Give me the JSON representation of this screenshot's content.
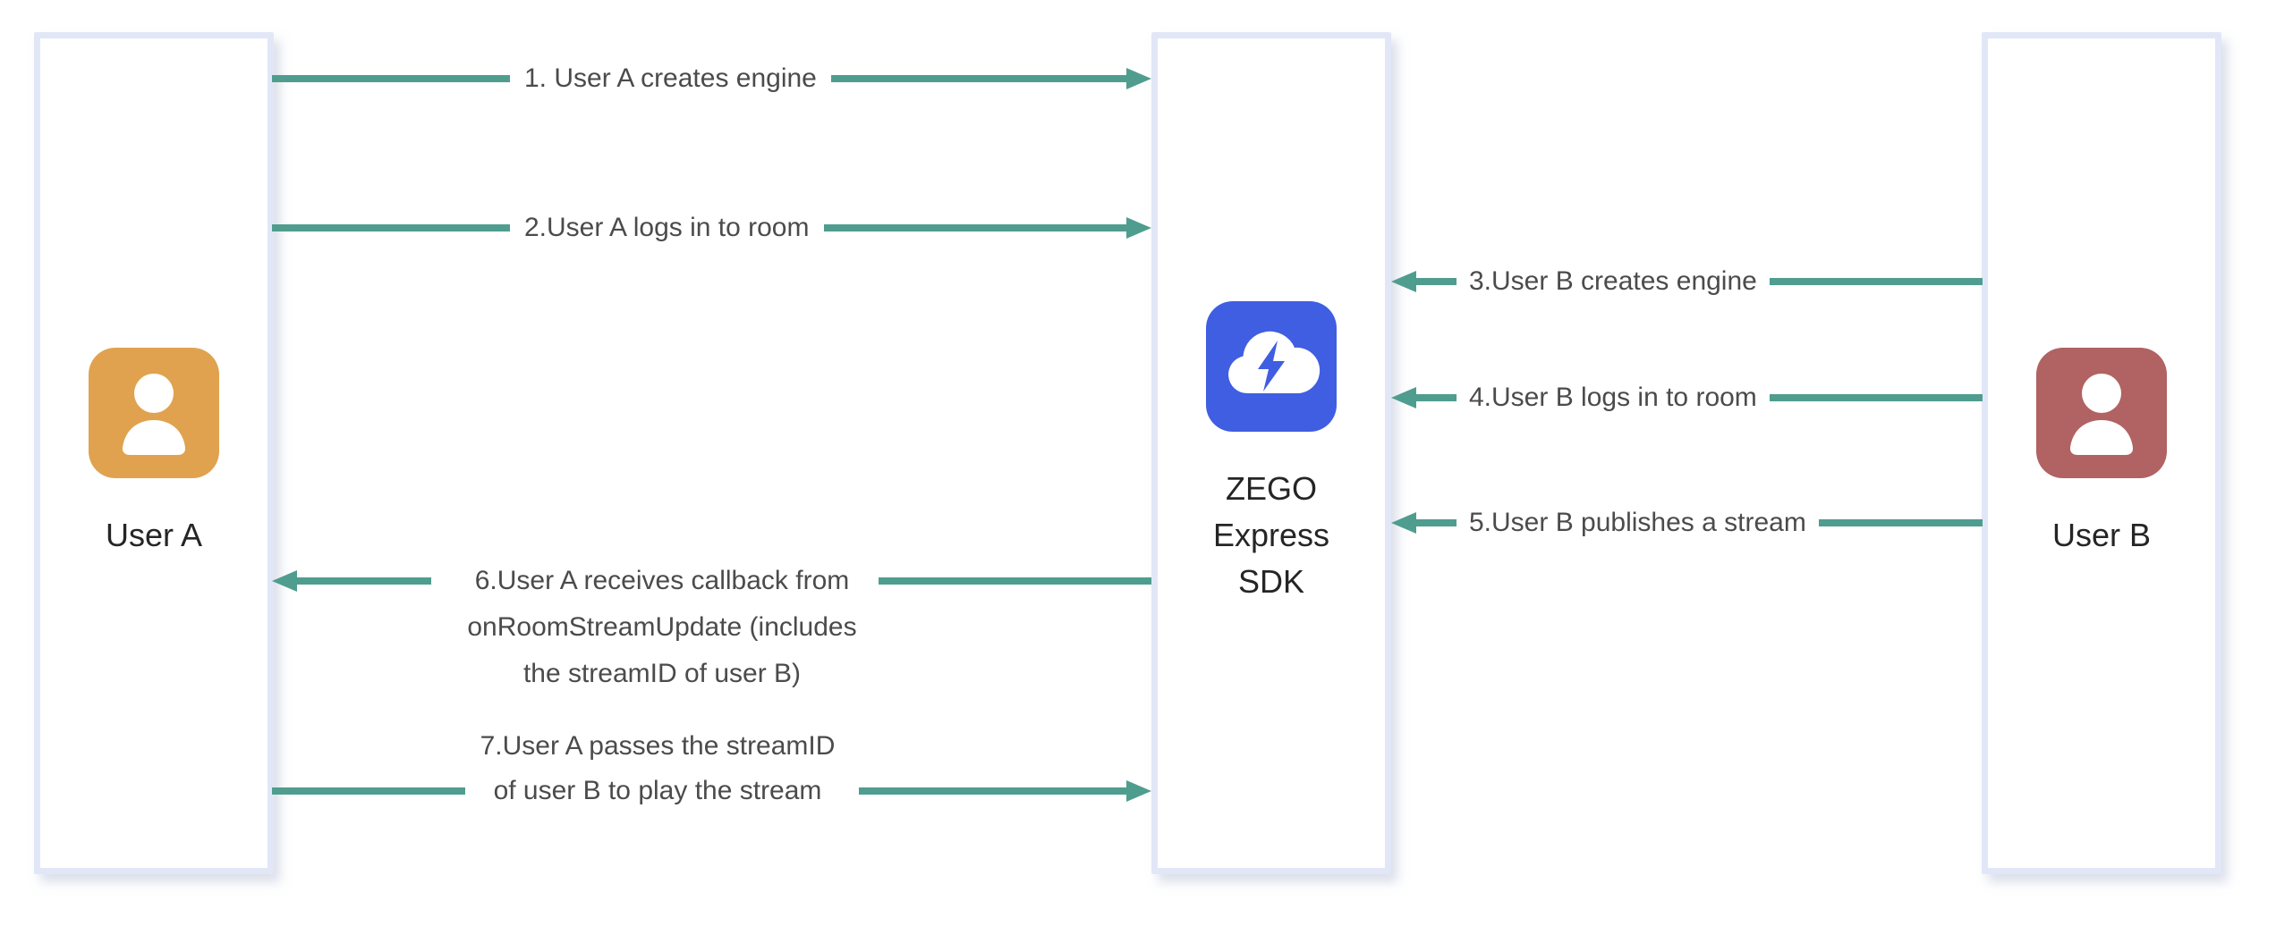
{
  "diagram": {
    "actors": [
      {
        "id": "user-a",
        "label": "User A",
        "icon": "person-icon"
      },
      {
        "id": "zego-sdk",
        "label_lines": [
          "ZEGO",
          "Express",
          "SDK"
        ],
        "icon": "cloud-lightning-icon"
      },
      {
        "id": "user-b",
        "label": "User B",
        "icon": "person-icon"
      }
    ],
    "arrows": [
      {
        "num": 1,
        "label": "1. User A creates engine",
        "direction": "right"
      },
      {
        "num": 2,
        "label": "2.User A logs in to room",
        "direction": "right"
      },
      {
        "num": 3,
        "label": "3.User B creates engine",
        "direction": "left"
      },
      {
        "num": 4,
        "label": "4.User B logs in to room",
        "direction": "left"
      },
      {
        "num": 5,
        "label": "5.User B publishes a stream",
        "direction": "left"
      },
      {
        "num": 6,
        "lines": [
          "6.User A receives callback from",
          "onRoomStreamUpdate (includes",
          "the streamID of user B)"
        ],
        "direction": "left"
      },
      {
        "num": 7,
        "lines": [
          "7.User A passes the streamID",
          "of user B to play the stream"
        ],
        "direction": "right"
      }
    ],
    "colors": {
      "arrow_line": "#4f9d8f",
      "box_border": "#e2e7f7",
      "arrow_text": "#4b4b4b",
      "actor_text": "#252525",
      "user_a_icon": "#e0a24f",
      "sdk_icon": "#3f5ee2",
      "user_b_icon": "#b16262"
    }
  }
}
